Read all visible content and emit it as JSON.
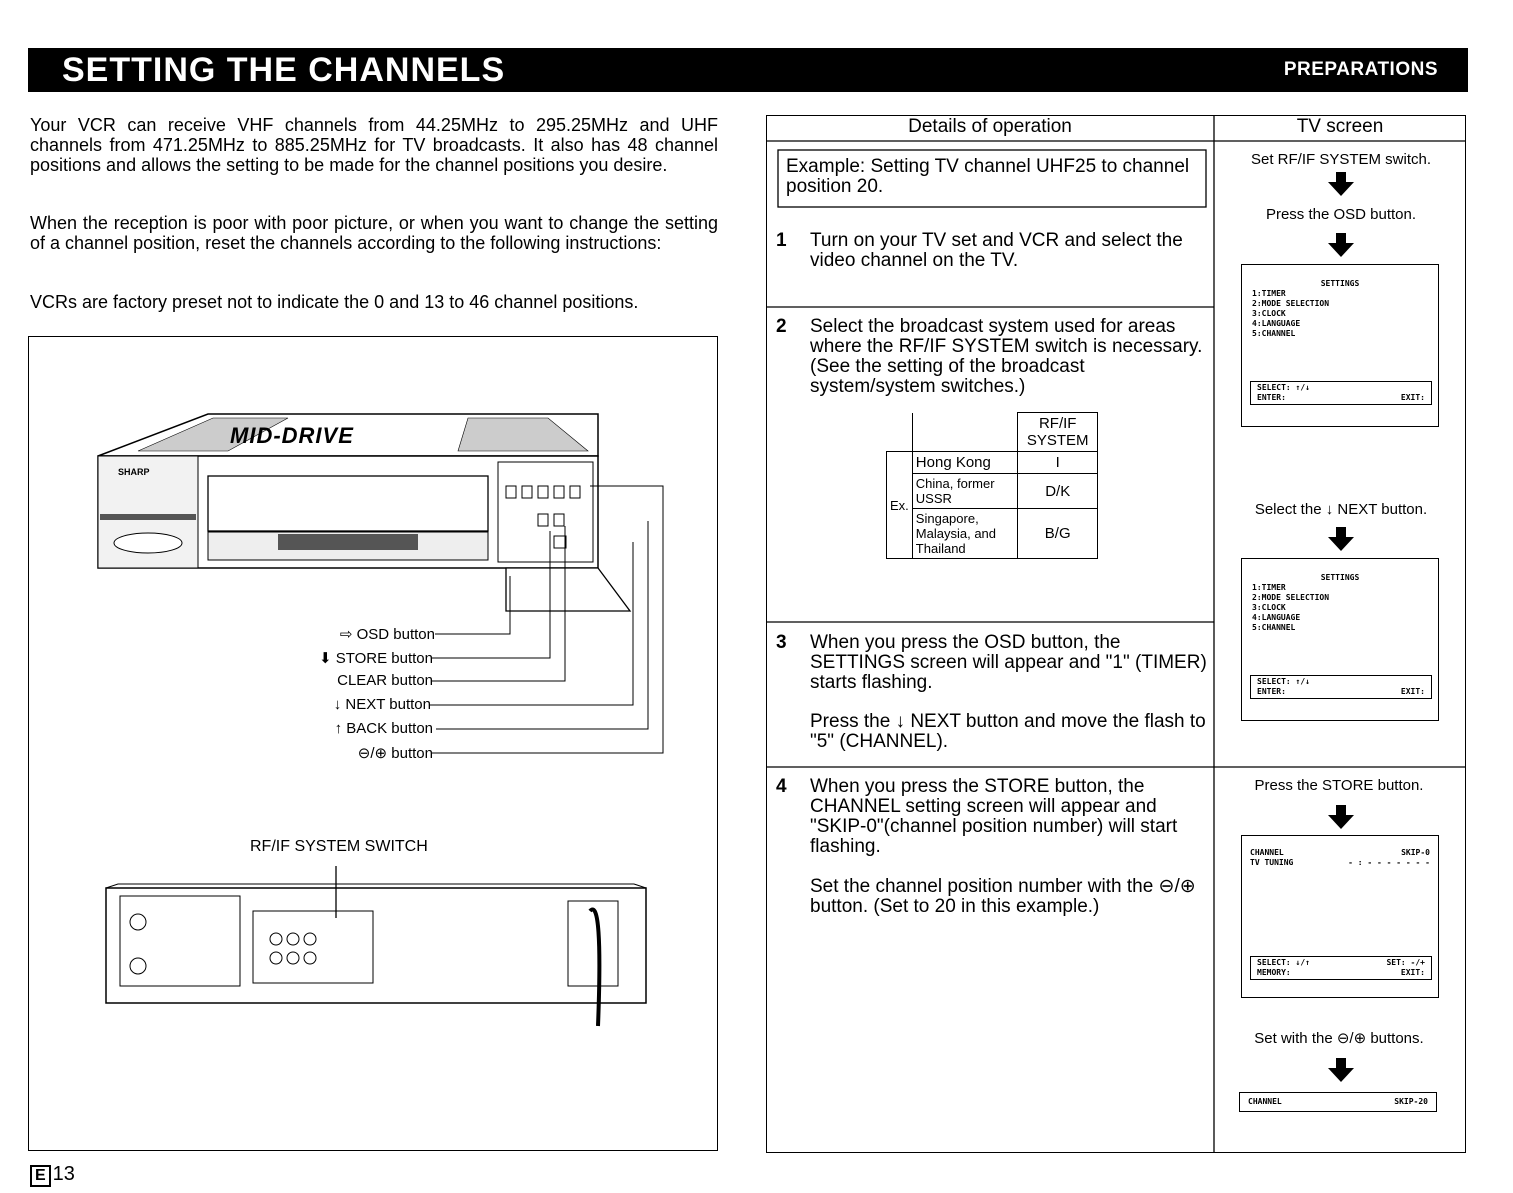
{
  "header": {
    "title": "SETTING THE CHANNELS",
    "section": "PREPARATIONS"
  },
  "intro": {
    "p1": "Your VCR can receive VHF channels from 44.25MHz to 295.25MHz and UHF channels from 471.25MHz to 885.25MHz for TV broadcasts. It also has 48 channel positions and allows the setting to be made for the channel positions you desire.",
    "p2": "When the reception is poor with poor picture, or when you want to change the setting of a channel position, reset the channels according to the following instructions:",
    "p3": "VCRs are factory preset not to indicate the 0 and 13 to 46 channel positions."
  },
  "figure": {
    "brand": "SHARP",
    "model_logo": "MID-DRIVE",
    "buttons": [
      "OSD button",
      "STORE button",
      "CLEAR button",
      "NEXT button",
      "BACK button",
      "button"
    ],
    "rfif_switch_label": "RF/IF SYSTEM SWITCH"
  },
  "table": {
    "col_details": "Details of operation",
    "col_tv": "TV screen",
    "example": "Example: Setting TV channel UHF25 to channel position 20.",
    "steps": [
      {
        "num": "1",
        "text": "Turn on your TV set and VCR and select the video channel on the TV."
      },
      {
        "num": "2",
        "text": "Select the broadcast system used for areas where the RF/IF SYSTEM switch is necessary. (See the setting of the broadcast system/system switches.)"
      },
      {
        "num": "3",
        "text": "When you press the OSD button, the SETTINGS screen will appear and \"1\" (TIMER) starts flashing.",
        "text2": "Press the ↓ NEXT button and move the flash to \"5\" (CHANNEL)."
      },
      {
        "num": "4",
        "text": "When you press the STORE button, the CHANNEL setting screen will appear and \"SKIP-0\"(channel position number) will start flashing.",
        "text2": "Set the channel position number with the ⊖/⊕ button. (Set to 20 in this example.)"
      }
    ],
    "rf_table": {
      "header": "RF/IF SYSTEM",
      "ex": "Ex.",
      "rows": [
        {
          "area": "Hong Kong",
          "system": "I"
        },
        {
          "area": "China, former USSR",
          "system": "D/K"
        },
        {
          "area": "Singapore, Malaysia, and Thailand",
          "system": "B/G"
        }
      ]
    }
  },
  "tv": {
    "t1": "Set RF/IF SYSTEM switch.",
    "t2": "Press the OSD button.",
    "t3": "Select the ↓ NEXT button.",
    "t4": "Press the STORE button.",
    "t5": "Set with the ⊖/⊕ buttons.",
    "settings_title": "SETTINGS",
    "menu": [
      "1:TIMER",
      "2:MODE SELECTION",
      "3:CLOCK",
      "4:LANGUAGE",
      "5:CHANNEL"
    ],
    "select": "SELECT: ↑/↓",
    "enter": "ENTER:",
    "exit": "EXIT:",
    "ch_title": "CHANNEL",
    "ch_skip": "SKIP-0",
    "tv_tuning": "TV TUNING",
    "tuning_val": "- : - - - - - - -",
    "ch_select": "SELECT: ↓/↑",
    "ch_set": "SET: -/+",
    "memory": "MEMORY:",
    "final_skip": "SKIP-20"
  },
  "page": {
    "letter": "E",
    "number": "13"
  }
}
